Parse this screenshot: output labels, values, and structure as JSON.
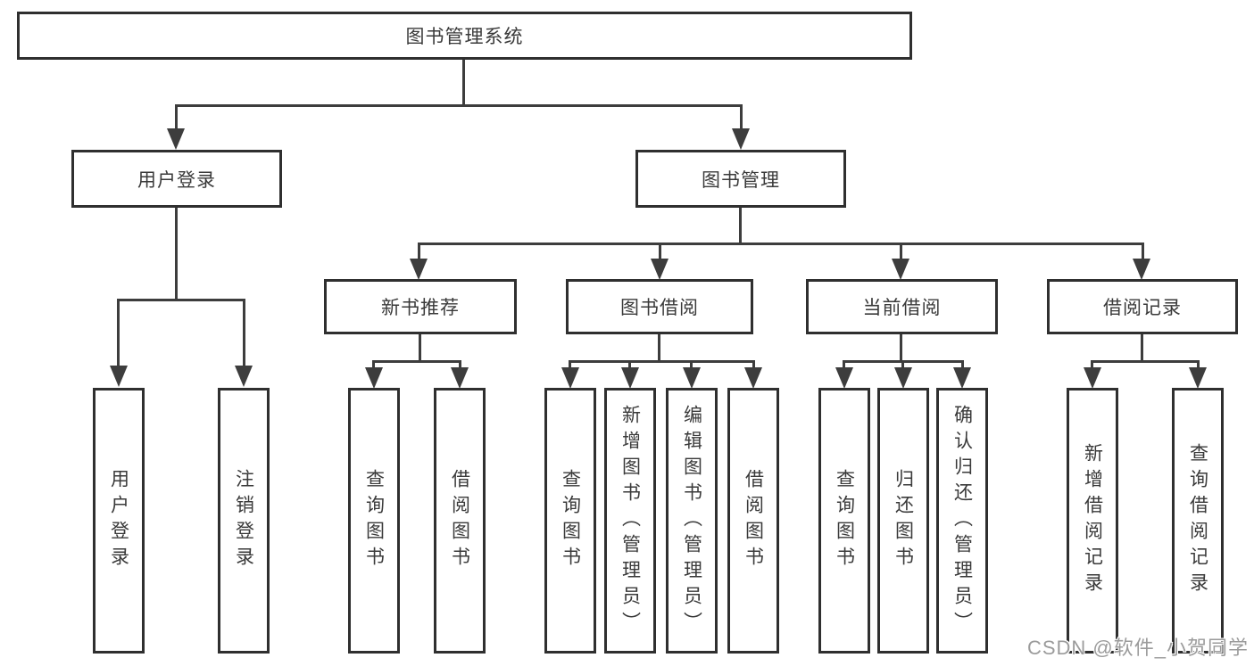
{
  "tree": {
    "root": {
      "label": "图书管理系统"
    },
    "branches": [
      {
        "label": "用户登录",
        "children": [
          {
            "label": "用户登录"
          },
          {
            "label": "注销登录"
          }
        ]
      },
      {
        "label": "图书管理",
        "sections": [
          {
            "label": "新书推荐",
            "children": [
              {
                "label": "查询图书"
              },
              {
                "label": "借阅图书"
              }
            ]
          },
          {
            "label": "图书借阅",
            "children": [
              {
                "label": "查询图书"
              },
              {
                "label": "新增图书（管理员）"
              },
              {
                "label": "编辑图书（管理员）"
              },
              {
                "label": "借阅图书"
              }
            ]
          },
          {
            "label": "当前借阅",
            "children": [
              {
                "label": "查询图书"
              },
              {
                "label": "归还图书"
              },
              {
                "label": "确认归还（管理员）"
              }
            ]
          },
          {
            "label": "借阅记录",
            "children": [
              {
                "label": "新增借阅记录"
              },
              {
                "label": "查询借阅记录"
              }
            ]
          }
        ]
      }
    ]
  },
  "watermark": {
    "text": "CSDN @软件_小贺同学"
  },
  "colors": {
    "line": "#3d3d3d",
    "box_border": "#2f2f2f",
    "box_fill": "#ffffff",
    "text": "#3a3a3a",
    "watermark": "#9b9b9b"
  }
}
